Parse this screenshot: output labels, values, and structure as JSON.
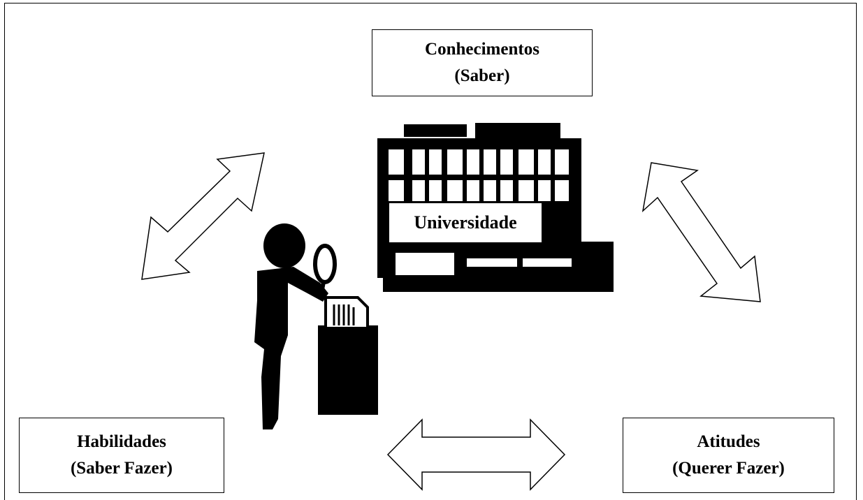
{
  "diagram": {
    "top_box": {
      "line1": "Conhecimentos",
      "line2": "(Saber)"
    },
    "left_box": {
      "line1": "Habilidades",
      "line2": "(Saber Fazer)"
    },
    "right_box": {
      "line1": "Atitudes",
      "line2": "(Querer Fazer)"
    },
    "center_label": "Universidade",
    "icons": [
      "university-building-icon",
      "person-with-magnifier-icon",
      "document-on-desk-icon",
      "double-arrow-icon"
    ]
  }
}
